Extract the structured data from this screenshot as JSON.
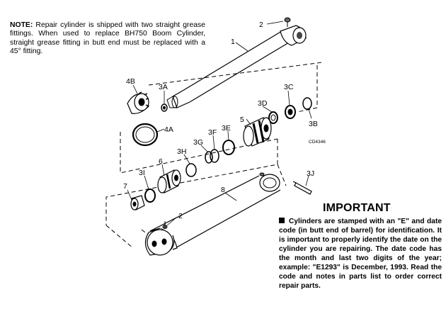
{
  "note": {
    "label": "NOTE:",
    "text": " Repair cylinder is shipped with two straight grease fittings. When used to replace BH750 Boom Cylinder, straight grease fitting in butt end must be replaced with a 45° fitting."
  },
  "parts": {
    "p1": "1",
    "p2a": "2",
    "p2b": "2",
    "p3a": "3A",
    "p3b": "3B",
    "p3c": "3C",
    "p3d": "3D",
    "p3e": "3E",
    "p3f": "3F",
    "p3g": "3G",
    "p3h": "3H",
    "p3i": "3I",
    "p3j": "3J",
    "p4a": "4A",
    "p4b": "4B",
    "p5": "5",
    "p6": "6",
    "p7": "7",
    "p8": "8"
  },
  "drawing_code": "CD4346",
  "important": {
    "title": "IMPORTANT",
    "text": "Cylinders are stamped with an \"E\" and date code (in butt end of barrel) for identification. It is important to properly identify the date on the cylinder you are repairing. The date code has the month and last two digits of the year; example: \"E1293\" is December, 1993. Read the code and notes in parts list to order correct repair parts."
  }
}
